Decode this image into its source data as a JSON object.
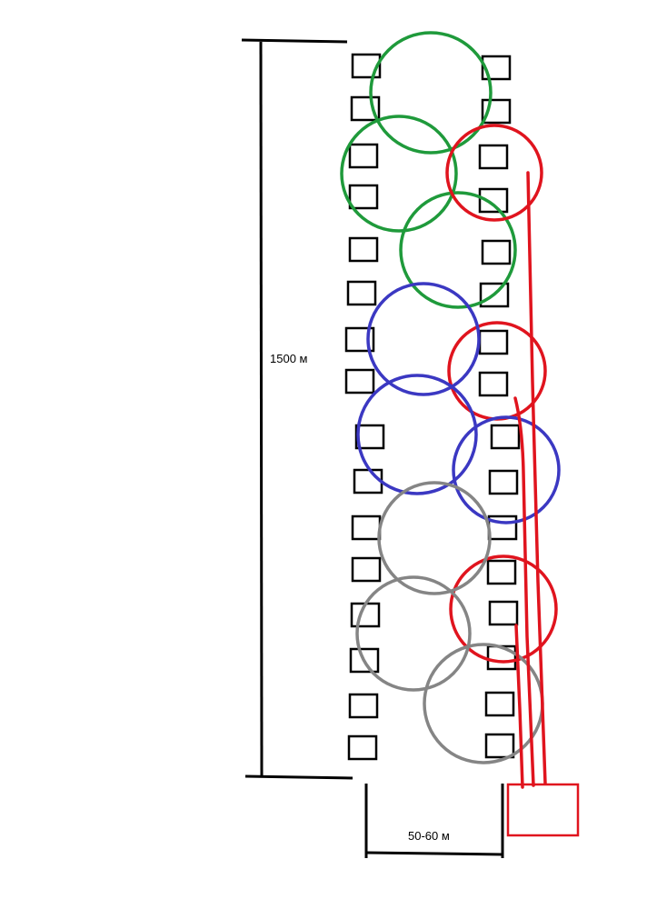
{
  "labels": {
    "length": "1500 м",
    "width": "50-60 м"
  },
  "colors": {
    "outline": "#000000",
    "green": "#1f9a3b",
    "red": "#e0141e",
    "blue": "#3b38c2",
    "gray": "#858585",
    "background": "#ffffff"
  },
  "groups": [
    {
      "name": "green",
      "color_key": "green",
      "count": 3
    },
    {
      "name": "red",
      "color_key": "red",
      "count": 3
    },
    {
      "name": "blue",
      "color_key": "blue",
      "count": 3
    },
    {
      "name": "gray",
      "color_key": "gray",
      "count": 3
    }
  ],
  "stations": {
    "left_column_count": 16,
    "right_column_count": 16
  },
  "cable_lines": 3,
  "control_box": 1
}
